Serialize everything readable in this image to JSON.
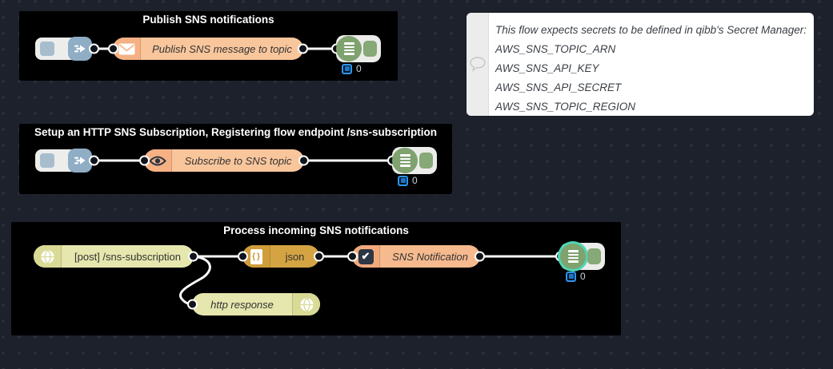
{
  "app": "flow-editor",
  "colors": {
    "canvas_bg": "#1c212b",
    "canvas_dot": "#2b313d",
    "group_bg": "#000000",
    "wire": "#fbfbfb",
    "node_orange": "#f9c69c",
    "node_peach": "#f6ba8e",
    "node_olive": "#e6e7ae",
    "node_gold": "#d4a443",
    "node_inject_blue": "#8fadc4",
    "node_debug_green": "#7fa26f",
    "selected_ring": "#4dd7b5",
    "debug_badge_blue": "#2e95f0"
  },
  "groups": [
    {
      "title": "Publish SNS notifications",
      "nodes": [
        {
          "type": "inject"
        },
        {
          "type": "sns-publish",
          "label": "Publish SNS message to topic",
          "icon": "envelope-icon"
        },
        {
          "type": "debug",
          "count": "0"
        }
      ]
    },
    {
      "title": "Setup an HTTP SNS Subscription, Registering flow endpoint /sns-subscription",
      "nodes": [
        {
          "type": "inject"
        },
        {
          "type": "sns-subscribe",
          "label": "Subscribe to SNS topic",
          "icon": "eye-icon"
        },
        {
          "type": "debug",
          "count": "0"
        }
      ]
    },
    {
      "title": "Process incoming SNS notifications",
      "nodes": [
        {
          "type": "http-in",
          "label": "[post] /sns-subscription",
          "icon": "globe-icon"
        },
        {
          "type": "json",
          "label": "json",
          "icon": "json-file-icon"
        },
        {
          "type": "switch",
          "label": "SNS Notification",
          "icon": "checkbox-icon"
        },
        {
          "type": "debug",
          "count": "0",
          "selected": true
        },
        {
          "type": "http-response",
          "label": "http response",
          "icon": "globe-icon"
        }
      ]
    }
  ],
  "comment": {
    "lines": [
      "This flow expects secrets to be defined in qibb's Secret Manager:",
      "AWS_SNS_TOPIC_ARN",
      "AWS_SNS_API_KEY",
      "AWS_SNS_API_SECRET",
      "AWS_SNS_TOPIC_REGION"
    ]
  }
}
